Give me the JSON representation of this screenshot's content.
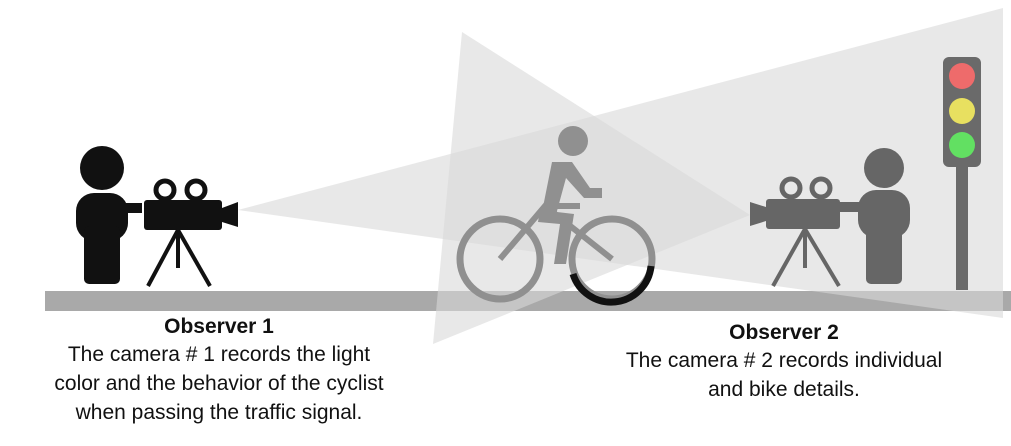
{
  "observer_1": {
    "title": "Observer 1",
    "lines": [
      "The camera # 1 records the light",
      "color and the behavior of the cyclist",
      "when passing the traffic signal."
    ]
  },
  "observer_2": {
    "title": "Observer 2",
    "lines": [
      "The camera # 2 records individual",
      "and bike details."
    ]
  },
  "traffic_light": {
    "colors": {
      "red": "#ee6b6b",
      "yellow": "#e8e060",
      "green": "#62e062",
      "housing": "#6a6a6a"
    }
  },
  "colors": {
    "observer_1": "#111111",
    "observer_2": "#666666",
    "cyclist": "#909090",
    "road": "#a9a9a9",
    "field_of_view": "#d9d9d9"
  }
}
